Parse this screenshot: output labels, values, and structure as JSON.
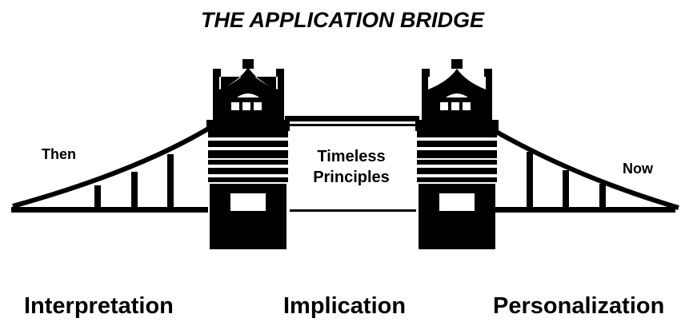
{
  "title": "THE APPLICATION BRIDGE",
  "left_label": "Then",
  "right_label": "Now",
  "center_label_line1": "Timeless",
  "center_label_line2": "Principles",
  "bottom_labels": {
    "left": "Interpretation",
    "center": "Implication",
    "right": "Personalization"
  },
  "colors": {
    "ink": "#000000",
    "background": "#ffffff"
  }
}
